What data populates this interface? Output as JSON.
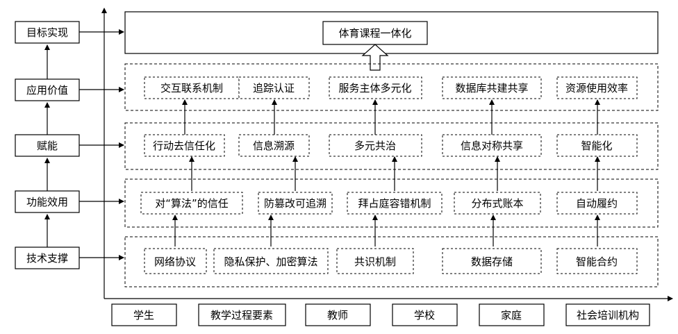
{
  "left_levels": [
    "目标实现",
    "应用价值",
    "赋能",
    "功能效用",
    "技术支撑"
  ],
  "goal": "体育课程一体化",
  "rows": [
    [
      "交互联系机制",
      "追踪认证",
      "服务主体多元化",
      "数据库共建共享",
      "资源使用效率"
    ],
    [
      "行动去信任化",
      "信息溯源",
      "多元共治",
      "信息对称共享",
      "智能化"
    ],
    [
      "对“算法”的信任",
      "防篡改可追溯",
      "拜占庭容错机制",
      "分布式账本",
      "自动履约"
    ],
    [
      "网络协议",
      "隐私保护、加密算法",
      "共识机制",
      "数据存储",
      "智能合约"
    ]
  ],
  "bottom": [
    "学生",
    "教学过程要素",
    "教师",
    "学校",
    "家庭",
    "社会培训机构"
  ]
}
